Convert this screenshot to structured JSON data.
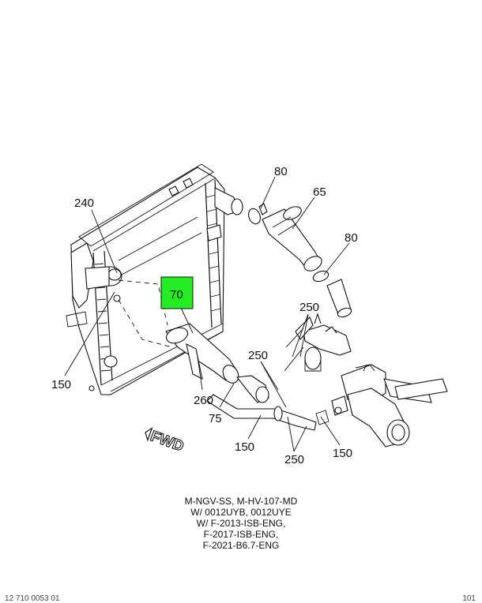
{
  "callouts": {
    "c80a": "80",
    "c65": "65",
    "c240": "240",
    "c80b": "80",
    "c70": "70",
    "c250a": "250",
    "c250b": "250",
    "c150a": "150",
    "c260": "260",
    "c75": "75",
    "c150b": "150",
    "c250c": "250",
    "c150c": "150"
  },
  "fwd_label": "FWD",
  "caption_lines": [
    "M-NGV-SS, M-HV-107-MD",
    "W/ 0012UYB, 0012UYE",
    "W/ F-2013-ISB-ENG,",
    "F-2017-ISB-ENG,",
    "F-2021-B6.7-ENG"
  ],
  "footer": {
    "left": "12 710 0053 01",
    "right": "101"
  },
  "colors": {
    "highlight": "#22ee22",
    "line": "#111111"
  }
}
